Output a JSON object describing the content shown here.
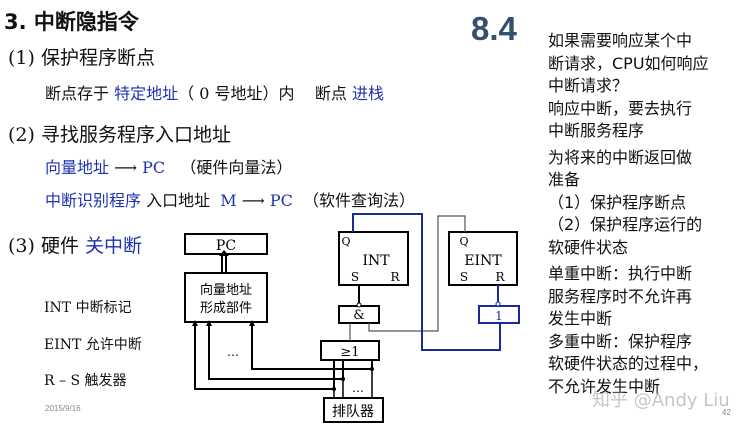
{
  "title": "3. 中断隐指令",
  "section_number": "8.4",
  "step1": {
    "heading": "(1) 保护程序断点",
    "line_a": "断点存于",
    "line_b": "特定地址",
    "line_c": "（ 0 号地址）内",
    "line_d": "断点",
    "line_e": "进栈"
  },
  "step2": {
    "heading": "(2) 寻找服务程序入口地址",
    "hw_a": "向量地址",
    "hw_arrow": "⟶",
    "hw_b": "PC",
    "hw_c": "（硬件向量法）",
    "sw_a": "中断识别程序",
    "sw_b": "入口地址",
    "sw_c": "M",
    "sw_arrow": "⟶",
    "sw_d": "PC",
    "sw_e": "（软件查询法）"
  },
  "step3": {
    "heading": "(3) 硬件",
    "heading_blue": "关中断"
  },
  "legend": [
    "INT 中断标记",
    "EINT 允许中断",
    "R – S 触发器"
  ],
  "diagram": {
    "pc": "PC",
    "vector_unit_1": "向量地址",
    "vector_unit_2": "形成部件",
    "int": "INT",
    "eint": "EINT",
    "q": "Q",
    "s": "S",
    "r": "R",
    "and": "&",
    "or": "≥1",
    "not": "1",
    "dots": "…",
    "queue": "排队器"
  },
  "right_notes": [
    [
      "如果需要响应某个中",
      "断请求，CPU如何响应",
      "中断请求？",
      "响应中断，要去执行",
      "中断服务程序"
    ],
    [
      "为将来的中断返回做",
      "准备",
      "（1）保护程序断点",
      "（2）保护程序运行的",
      "软硬件状态"
    ],
    [
      "单重中断：执行中断",
      "服务程序时不允许再",
      "发生中断",
      "多重中断：保护程序",
      "软硬件状态的过程中，",
      "不允许发生中断"
    ]
  ],
  "footer": {
    "date": "2015/9/16",
    "page": "42",
    "watermark": "知乎 @Andy Liu"
  }
}
